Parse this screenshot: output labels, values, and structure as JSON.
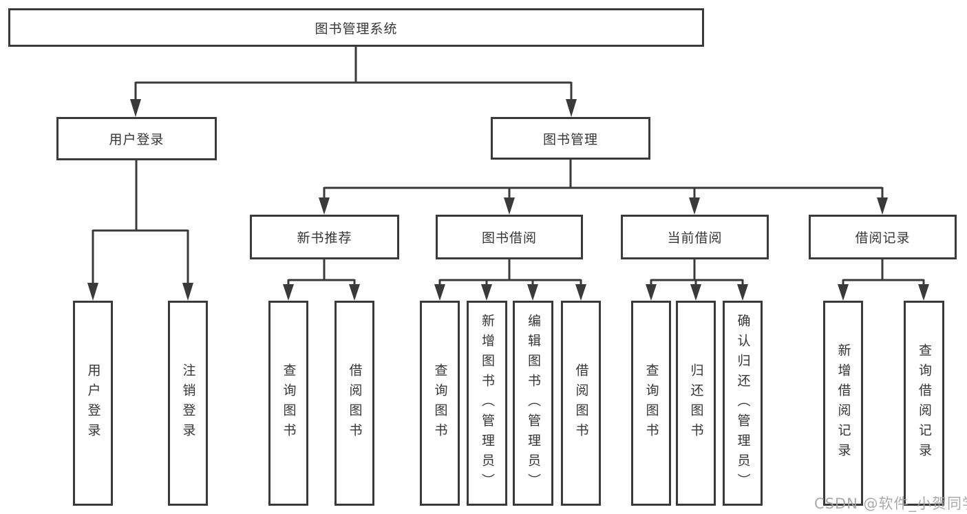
{
  "diagram": {
    "root": {
      "label": "图书管理系统"
    },
    "branches": [
      {
        "label": "用户登录",
        "leaves": [
          {
            "label": "用户登录"
          },
          {
            "label": "注销登录"
          }
        ]
      },
      {
        "label": "图书管理",
        "sections": [
          {
            "label": "新书推荐",
            "leaves": [
              {
                "label": "查询图书"
              },
              {
                "label": "借阅图书"
              }
            ]
          },
          {
            "label": "图书借阅",
            "leaves": [
              {
                "label": "查询图书"
              },
              {
                "label": "新增图书（管理员）"
              },
              {
                "label": "编辑图书（管理员）"
              },
              {
                "label": "借阅图书"
              }
            ]
          },
          {
            "label": "当前借阅",
            "leaves": [
              {
                "label": "查询图书"
              },
              {
                "label": "归还图书"
              },
              {
                "label": "确认归还（管理员）"
              }
            ]
          },
          {
            "label": "借阅记录",
            "leaves": [
              {
                "label": "新增借阅记录"
              },
              {
                "label": "查询借阅记录"
              }
            ]
          }
        ]
      }
    ]
  },
  "watermark": {
    "text": "CSDN @软件_小贺同学"
  },
  "colors": {
    "line": "#3a3a3a",
    "box_border": "#3a3a3a",
    "text": "#363636",
    "watermark": "#a3a3a3",
    "background": "#ffffff"
  }
}
